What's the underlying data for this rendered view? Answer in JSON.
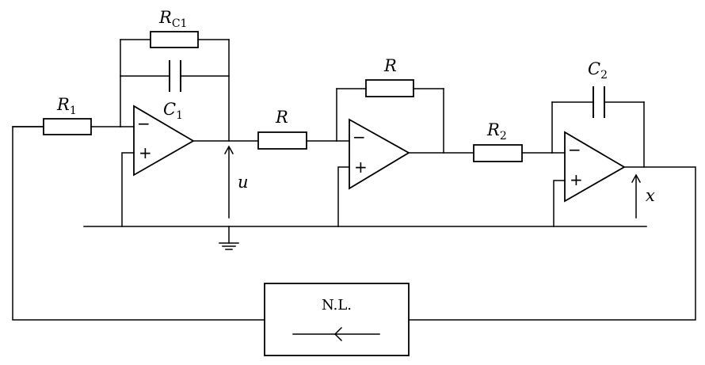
{
  "labels": {
    "r1": {
      "main": "R",
      "sub": "1"
    },
    "rc1": {
      "main": "R",
      "sub": "C1"
    },
    "c1": {
      "main": "C",
      "sub": "1"
    },
    "r_series": "R",
    "r_feedback": "R",
    "r2": {
      "main": "R",
      "sub": "2"
    },
    "c2": {
      "main": "C",
      "sub": "2"
    },
    "u": "u",
    "x": "x",
    "nl": "N.L."
  },
  "opamp_signs": {
    "minus": "−",
    "plus": "+"
  }
}
